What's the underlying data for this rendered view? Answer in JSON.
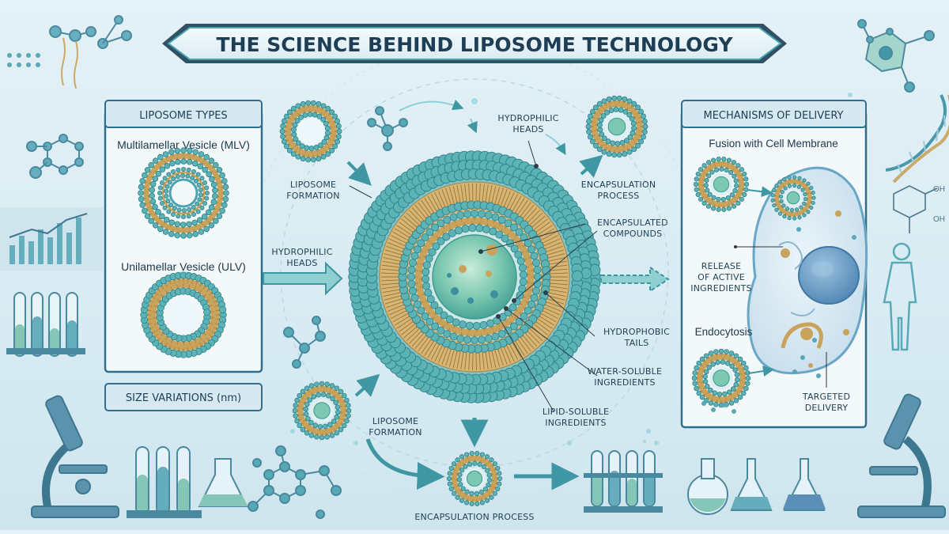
{
  "title": "THE SCIENCE BEHIND LIPOSOME TECHNOLOGY",
  "left_panel": {
    "title": "LIPOSOME TYPES",
    "mlv_label": "Multilamellar Vesicle (MLV)",
    "ulv_label": "Unilamellar Vesicle (ULV)",
    "size_title": "SIZE VARIATIONS (nm)"
  },
  "center_labels": {
    "liposome_formation_top": [
      "LIPOSOME",
      "FORMATION"
    ],
    "hydrophilic_heads_left": [
      "HYDROPHILIC",
      "HEADS"
    ],
    "hydrophilic_heads_top": [
      "HYDROPHILIC",
      "HEADS"
    ],
    "encapsulation_top": [
      "ENCAPSULATION",
      "PROCESS"
    ],
    "encapsulated_compounds": [
      "ENCAPSULATED",
      "COMPOUNDS"
    ],
    "hydrophobic_tails": [
      "HYDROPHOBIC",
      "TAILS"
    ],
    "water_soluble": [
      "WATER-SOLUBLE",
      "INGREDIENTS"
    ],
    "lipid_soluble": [
      "LIPID-SOLUBLE",
      "INGREDIENTS"
    ],
    "liposome_formation_bottom": [
      "LIPOSOME",
      "FORMATION"
    ],
    "encapsulation_bottom": "ENCAPSULATION PROCESS"
  },
  "right_panel": {
    "title": "MECHANISMS OF DELIVERY",
    "fusion": "Fusion with Cell Membrane",
    "release": [
      "RELEASE",
      "OF ACTIVE",
      "INGREDIENTS"
    ],
    "endocytosis": "Endocytosis",
    "targeted": [
      "TARGETED",
      "DELIVERY"
    ]
  },
  "colors": {
    "teal": "#3fa3aa",
    "lipid_head": "#5cb3b5",
    "lipid_tail": "#c9a35b",
    "core": "#7cc8b0",
    "navy": "#1d3e55"
  }
}
